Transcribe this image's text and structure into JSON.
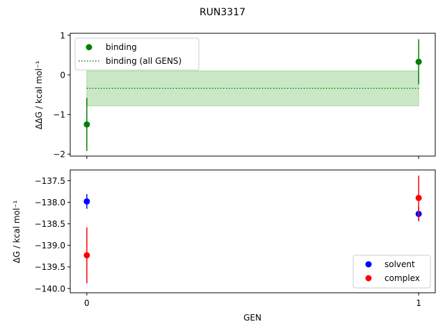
{
  "suptitle": "RUN3317",
  "chart_data": [
    {
      "type": "scatter",
      "panel": "top",
      "ylabel": "ΔΔG / kcal mol⁻¹",
      "xlim": [
        -0.05,
        1.05
      ],
      "ylim": [
        -2.05,
        1.05
      ],
      "x_ticks": [
        0,
        1
      ],
      "y_ticks": [
        -2,
        -1,
        0,
        1
      ],
      "grid": false,
      "legend_position": "upper left",
      "series": [
        {
          "name": "binding",
          "kind": "points_with_errorbars",
          "color": "#008000",
          "x": [
            0,
            1
          ],
          "y": [
            -1.25,
            0.33
          ],
          "yerr": [
            0.67,
            0.57
          ]
        },
        {
          "name": "binding (all GENS)",
          "kind": "hline_with_band",
          "color": "#008000",
          "band_color": "#cbe8c6",
          "y": -0.34,
          "band": [
            -0.78,
            0.1
          ],
          "x_span": [
            0,
            1
          ]
        }
      ]
    },
    {
      "type": "scatter",
      "panel": "bottom",
      "xlabel": "GEN",
      "ylabel": "ΔG / kcal mol⁻¹",
      "xlim": [
        -0.05,
        1.05
      ],
      "ylim": [
        -140.1,
        -137.25
      ],
      "x_ticks": [
        0,
        1
      ],
      "y_ticks": [
        -140.0,
        -139.5,
        -139.0,
        -138.5,
        -138.0,
        -137.5
      ],
      "grid": false,
      "legend_position": "lower right",
      "series": [
        {
          "name": "solvent",
          "kind": "points_with_errorbars",
          "color": "#0000ff",
          "x": [
            0,
            1
          ],
          "y": [
            -137.98,
            -138.27
          ],
          "yerr": [
            0.17,
            0.17
          ]
        },
        {
          "name": "complex",
          "kind": "points_with_errorbars",
          "color": "#ff0000",
          "x": [
            0,
            1
          ],
          "y": [
            -139.23,
            -137.9
          ],
          "yerr": [
            0.65,
            0.52
          ]
        }
      ]
    }
  ]
}
